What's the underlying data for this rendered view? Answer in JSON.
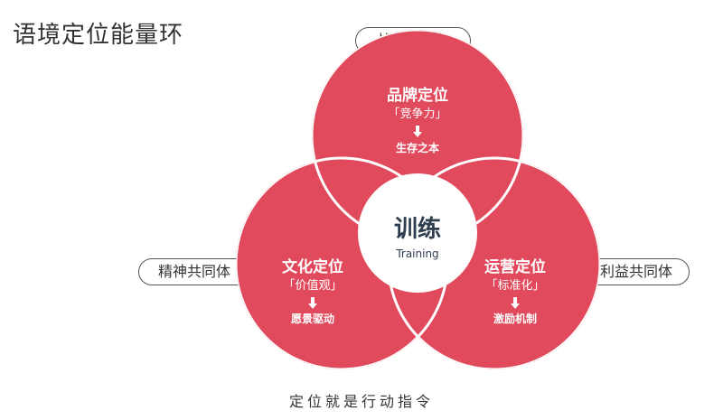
{
  "title": "语境定位能量环",
  "communities": {
    "top": "战略共同体",
    "left": "精神共同体",
    "right": "利益共同体"
  },
  "lobes": {
    "top": {
      "title": "品牌定位",
      "sub": "「竞争力」",
      "result": "生存之本"
    },
    "left": {
      "title": "文化定位",
      "sub": "「价值观」",
      "result": "愿景驱动"
    },
    "right": {
      "title": "运营定位",
      "sub": "「标准化」",
      "result": "激励机制"
    }
  },
  "center": {
    "title": "训练",
    "sub": "Training"
  },
  "footer": "定位就是行动指令",
  "colors": {
    "lobe": "#e04a5c",
    "stroke": "#ffffff",
    "center_text": "#2f3e4e"
  }
}
